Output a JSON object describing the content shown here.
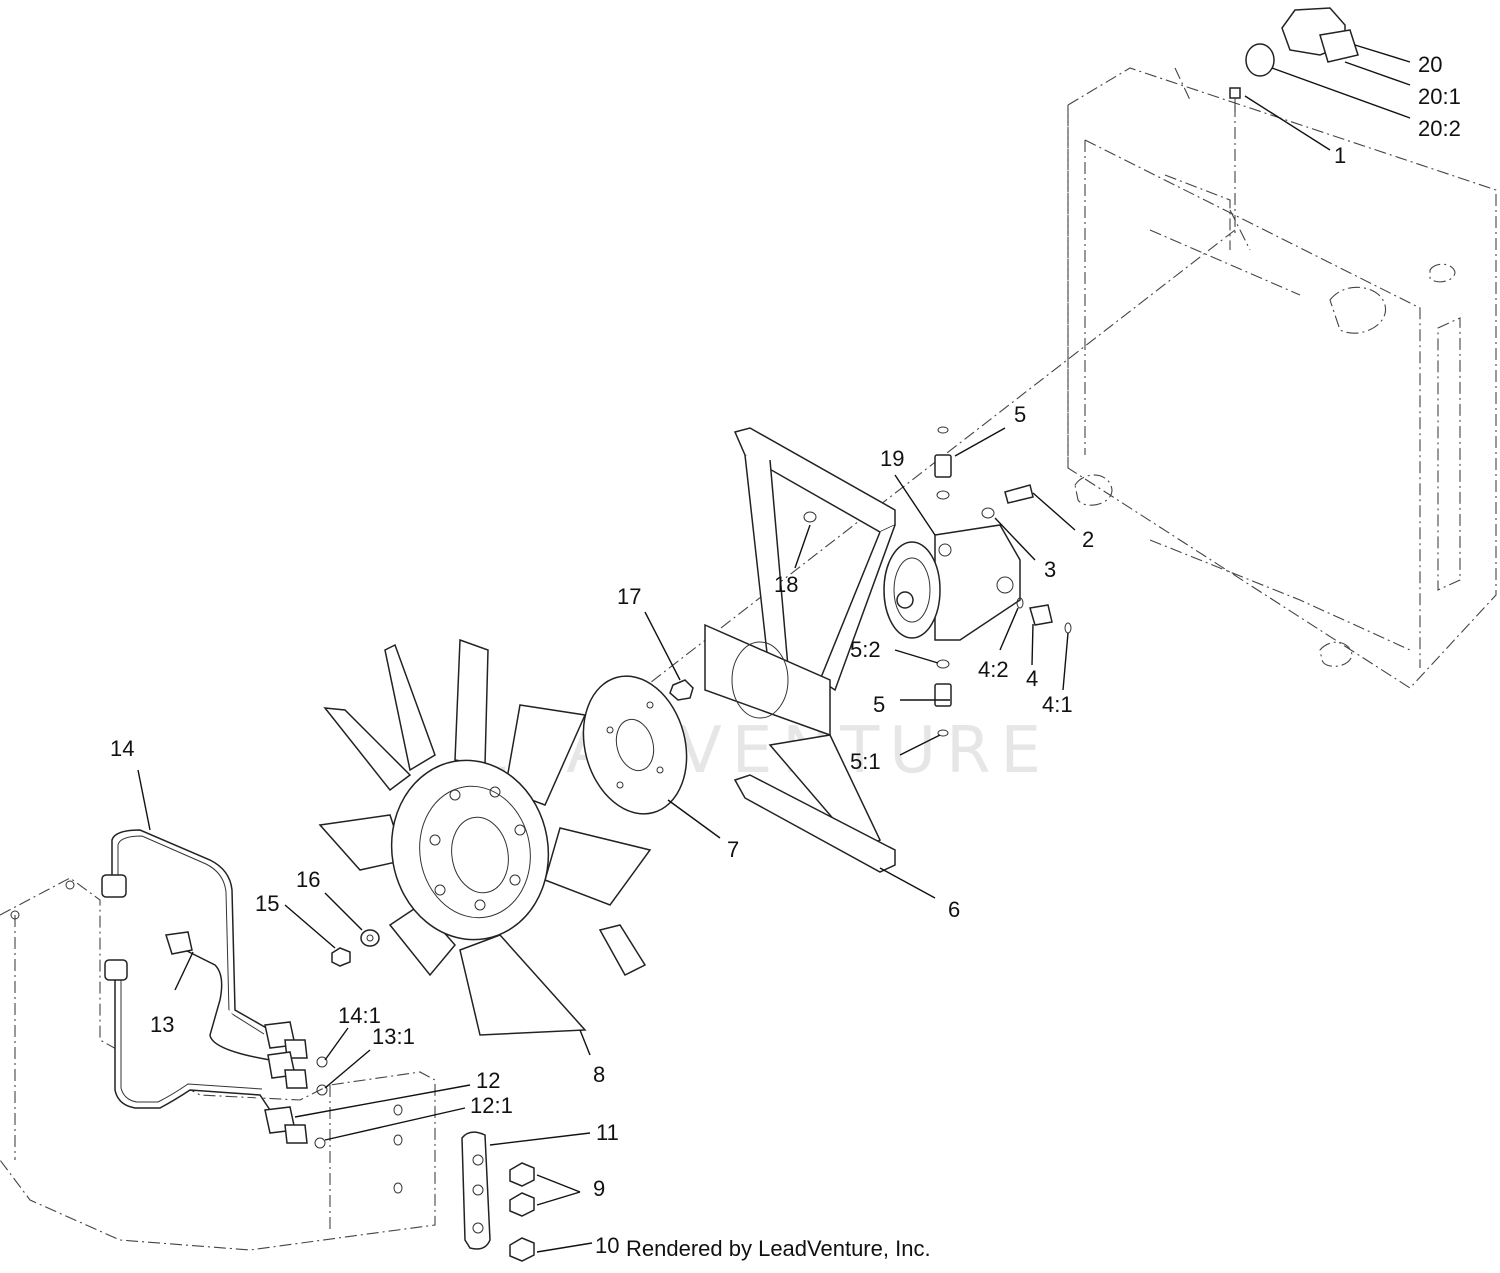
{
  "watermark": "LEADVENTURE",
  "credit": "Rendered by LeadVenture, Inc.",
  "callouts": {
    "c1": "1",
    "c2": "2",
    "c3": "3",
    "c4": "4",
    "c4_1": "4:1",
    "c4_2": "4:2",
    "c5a": "5",
    "c5b": "5",
    "c5_1": "5:1",
    "c5_2": "5:2",
    "c6": "6",
    "c7": "7",
    "c8": "8",
    "c9": "9",
    "c10": "10",
    "c11": "11",
    "c12": "12",
    "c12_1": "12:1",
    "c13": "13",
    "c13_1": "13:1",
    "c14": "14",
    "c14_1": "14:1",
    "c15": "15",
    "c16": "16",
    "c17": "17",
    "c18": "18",
    "c19": "19",
    "c20": "20",
    "c20_1": "20:1",
    "c20_2": "20:2"
  }
}
